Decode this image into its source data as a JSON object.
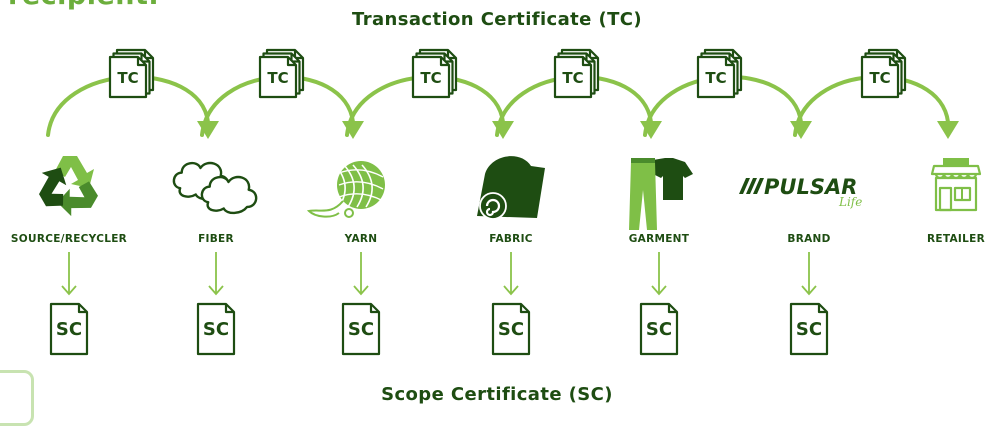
{
  "header_partial": "recipient.",
  "transaction_title": "Transaction Certificate (TC)",
  "scope_title": "Scope Certificate (SC)",
  "tc_doc_label": "TC",
  "sc_doc_label": "SC",
  "colors": {
    "dark_green": "#1e4d12",
    "mid_green": "#4a8b2c",
    "light_green": "#7fbf47",
    "arrow_green": "#8bc34a"
  },
  "stages": [
    {
      "key": "source",
      "label": "SOURCE/RECYCLER",
      "icon": "recycle-icon",
      "has_sc": true
    },
    {
      "key": "fiber",
      "label": "FIBER",
      "icon": "cotton-cloud-icon",
      "has_sc": true
    },
    {
      "key": "yarn",
      "label": "YARN",
      "icon": "yarn-ball-icon",
      "has_sc": true
    },
    {
      "key": "fabric",
      "label": "FABRIC",
      "icon": "fabric-roll-icon",
      "has_sc": true
    },
    {
      "key": "garment",
      "label": "GARMENT",
      "icon": "garment-icon",
      "has_sc": true
    },
    {
      "key": "brand",
      "label": "BRAND",
      "icon": "pulsar-logo",
      "has_sc": true
    },
    {
      "key": "retailer",
      "label": "RETAILER",
      "icon": "store-icon",
      "has_sc": false
    }
  ],
  "brand_logo": {
    "name": "PULSAR",
    "tagline": "Life"
  }
}
